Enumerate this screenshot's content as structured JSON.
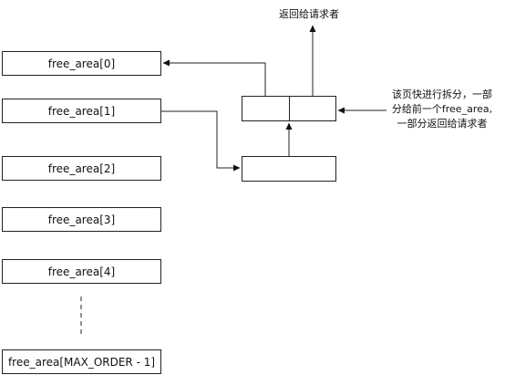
{
  "free_area_lists": [
    "free_area[0]",
    "free_area[1]",
    "free_area[2]",
    "free_area[3]",
    "free_area[4]",
    "free_area[MAX_ORDER - 1]"
  ],
  "return_label": "返回给请求者",
  "split_note": [
    "该页快进行拆分，一部",
    "分给前一个free_area,",
    "一部分返回给请求者"
  ]
}
